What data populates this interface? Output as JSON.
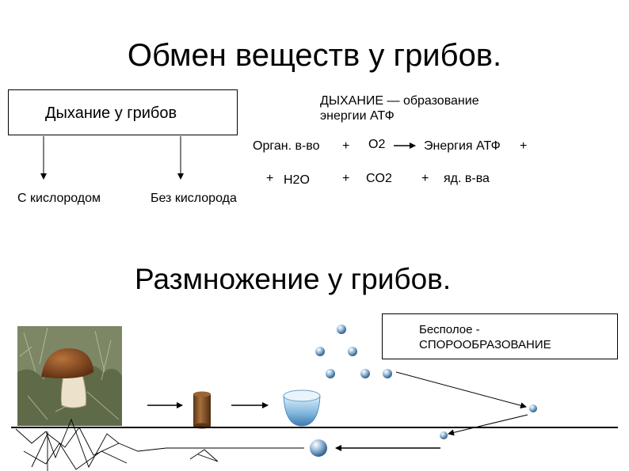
{
  "title": "Обмен веществ у грибов.",
  "respiration": {
    "box_label": "Дыхание у грибов",
    "definition": "ДЫХАНИЕ — образование энергии АТФ",
    "branch_with_oxygen": "С кислородом",
    "branch_without_oxygen": "Без кислорода"
  },
  "equation": {
    "organic": "Орган. в-во",
    "plus": "+",
    "o2": "O2",
    "energy": "Энергия АТФ",
    "h2o": "H2O",
    "co2": "CO2",
    "toxins": "яд. в-ва"
  },
  "reproduction": {
    "title": "Размножение у грибов.",
    "box_label": "Бесполое - СПОРООБРАЗОВАНИЕ"
  },
  "colors": {
    "mushroom_cap": "#8a4a22",
    "mushroom_stem": "#e6dcc4",
    "grass": "#7f8a64",
    "cylinder": "#7a4a22",
    "bowl": "#6aa6d2",
    "spore": "#4f7faa"
  }
}
